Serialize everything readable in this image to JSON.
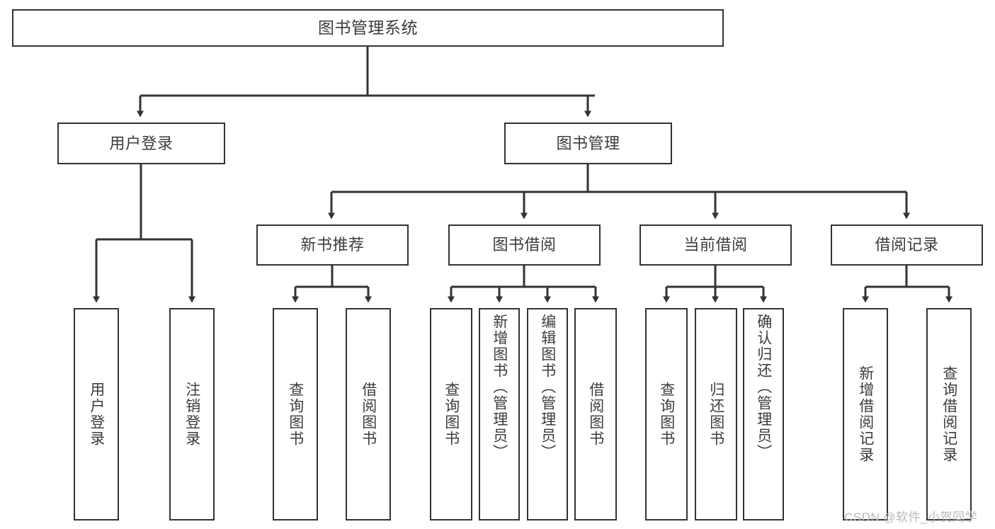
{
  "diagram": {
    "type": "tree",
    "title": "图书管理系统",
    "orientation": "top-down",
    "colors": {
      "box_border": "#333333",
      "box_fill": "#ffffff",
      "text": "#3c3c3c",
      "edge": "#333333",
      "watermark": "#b9b9b9",
      "background": "#ffffff"
    },
    "watermark": "CSDN @软件_小贺同学",
    "nodes": {
      "root": {
        "label": "图书管理系统"
      },
      "level2": [
        {
          "label": "用户登录"
        },
        {
          "label": "图书管理"
        }
      ],
      "level3": [
        {
          "label": "新书推荐"
        },
        {
          "label": "图书借阅"
        },
        {
          "label": "当前借阅"
        },
        {
          "label": "借阅记录"
        }
      ],
      "leaves": {
        "user_login": [
          {
            "label": "用户登录"
          },
          {
            "label": "注销登录"
          }
        ],
        "new_book_recommend": [
          {
            "label": "查询图书"
          },
          {
            "label": "借阅图书"
          }
        ],
        "book_borrow": [
          {
            "label": "查询图书"
          },
          {
            "label": "新增图书（管理员）"
          },
          {
            "label": "编辑图书（管理员）"
          },
          {
            "label": "借阅图书"
          }
        ],
        "current_borrow": [
          {
            "label": "查询图书"
          },
          {
            "label": "归还图书"
          },
          {
            "label": "确认归还（管理员）"
          }
        ],
        "borrow_record": [
          {
            "label": "新增借阅记录"
          },
          {
            "label": "查询借阅记录"
          }
        ]
      }
    }
  }
}
